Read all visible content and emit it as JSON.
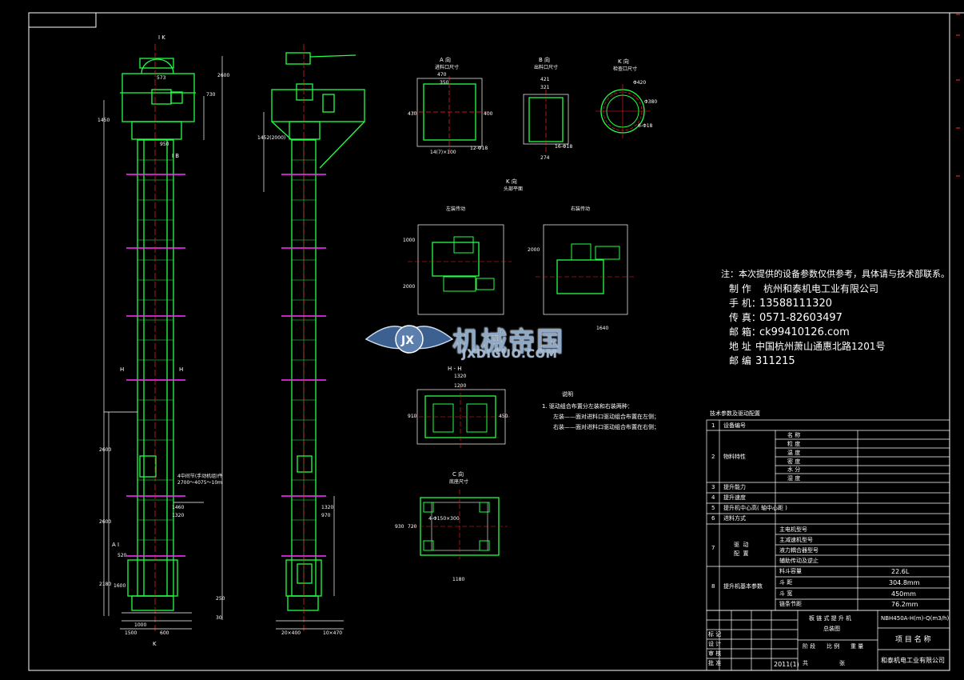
{
  "notes": {
    "disclaimer": "注：本次提供的设备参数仅供参考，具体请与技术部联系。",
    "company_label": "制    作",
    "company_value": "杭州和泰机电工业有限公司",
    "phone_label": "手    机：",
    "phone_value": "13588111320",
    "fax_label": "传    真：",
    "fax_value": "0571-82603497",
    "email_label": "邮    箱：",
    "email_value": "ck99410126.com",
    "address_label": "地    址",
    "address_value": "中国杭州萧山通惠北路1201号",
    "zip_label": "邮    编",
    "zip_value": "311215"
  },
  "watermark": {
    "title": "机械帝国",
    "subtitle": "JXDIGUO.COM"
  },
  "views": {
    "a": "A 向",
    "a_sub": "进料口尺寸",
    "b": "B 向",
    "b_sub": "出料口尺寸",
    "k_top": "K 向",
    "k_top_sub": "检查口尺寸",
    "k_mid": "K 向",
    "k_mid_sub": "头部平面",
    "left_install": "左装传动",
    "right_install": "右装传动",
    "hh": "H - H",
    "c": "C 向",
    "c_sub": "底座尺寸",
    "ik_top": "I K",
    "ib": "I B",
    "ia": "A I",
    "h_left": "H",
    "h_right": "H",
    "k_bottom": "K"
  },
  "remarks": {
    "title": "说明",
    "line1": "1.  驱动组合布置分左装和右装两种：",
    "line2": "左装——面对进料口驱动组合布置在左侧；",
    "line3": "右装——面对进料口驱动组合布置在右侧；"
  },
  "dims": {
    "top_470": "470",
    "top_350": "350",
    "top_400": "400",
    "top_430": "430",
    "top_14_100": "14(7)×100",
    "top_12_18": "12-Φ18",
    "top_421": "421",
    "top_321": "321",
    "top_274": "274",
    "top_16_18": "16-Φ18",
    "phi_420": "Φ420",
    "phi_380": "Φ380",
    "n_6_18": "6-Φ18",
    "k_1000": "1000",
    "k_2000": "2000",
    "k_2000b": "2000",
    "k_1640": "1640",
    "hh_1320": "1320",
    "hh_1200": "1200",
    "hh_910": "910",
    "hh_450": "450",
    "c_930": "930",
    "c_720": "720",
    "c_1180": "1180",
    "c_4_150": "4-Φ150×300",
    "left_2600": "2600",
    "left_1450": "1450",
    "left_730": "730",
    "left_950": "950",
    "left_573": "573",
    "left_2600b": "2600",
    "left_2600c": "2600",
    "left_1460": "1460",
    "left_1320": "1320",
    "left_2180": "2180",
    "left_1600": "1600",
    "left_520": "520",
    "left_250": "250",
    "left_30": "30",
    "left_1500": "1500",
    "left_1000": "1000",
    "left_600": "600",
    "left_marker": "4中间节(手动机组)件",
    "left_marker2": "2700～4075～10m",
    "right_1452": "1452(2000)",
    "right_1320": "1320",
    "right_970": "970",
    "right_20400": "20×400",
    "right_10470": "10×470"
  },
  "spec_table": {
    "title": "技术参数及驱动配置",
    "rows": [
      {
        "no": "1",
        "label": "设备编号",
        "items": []
      },
      {
        "no": "2",
        "label": "物料特性",
        "items": [
          "名  称",
          "粒  度",
          "温  度",
          "密  度",
          "水  分",
          "湿  度"
        ]
      },
      {
        "no": "3",
        "label": "提升能力",
        "items": []
      },
      {
        "no": "4",
        "label": "提升速度",
        "items": []
      },
      {
        "no": "5",
        "label": "提升机中心高( 轴中心距 )",
        "items": []
      },
      {
        "no": "6",
        "label": "进料方式",
        "items": []
      },
      {
        "no": "7",
        "label": "驱  动\n配  置",
        "items": [
          "主电机型号",
          "主减速机型号",
          "液力耦合器型号",
          "辅助传动及逆止"
        ]
      },
      {
        "no": "8",
        "label": "提升机基本参数",
        "items": [
          "料斗容量",
          "斗  距",
          "斗  宽",
          "链条节距"
        ],
        "values": [
          "22.6L",
          "304.8mm",
          "450mm",
          "76.2mm"
        ]
      }
    ]
  },
  "title_block": {
    "model": "NBH450A-H(m)-Q(m3/h)",
    "name1": "板 链 式 提 升 机",
    "name2": "总装图",
    "project": "项 目 名 称",
    "company": "和泰机电工业有限公司",
    "date": "2011(1)",
    "r1": "标 记",
    "r2": "设 计",
    "r3": "审 核",
    "r4": "批 准",
    "c1": "阶 段",
    "c2": "比 例",
    "c3": "重 量",
    "c4": "共",
    "c5": "张"
  }
}
